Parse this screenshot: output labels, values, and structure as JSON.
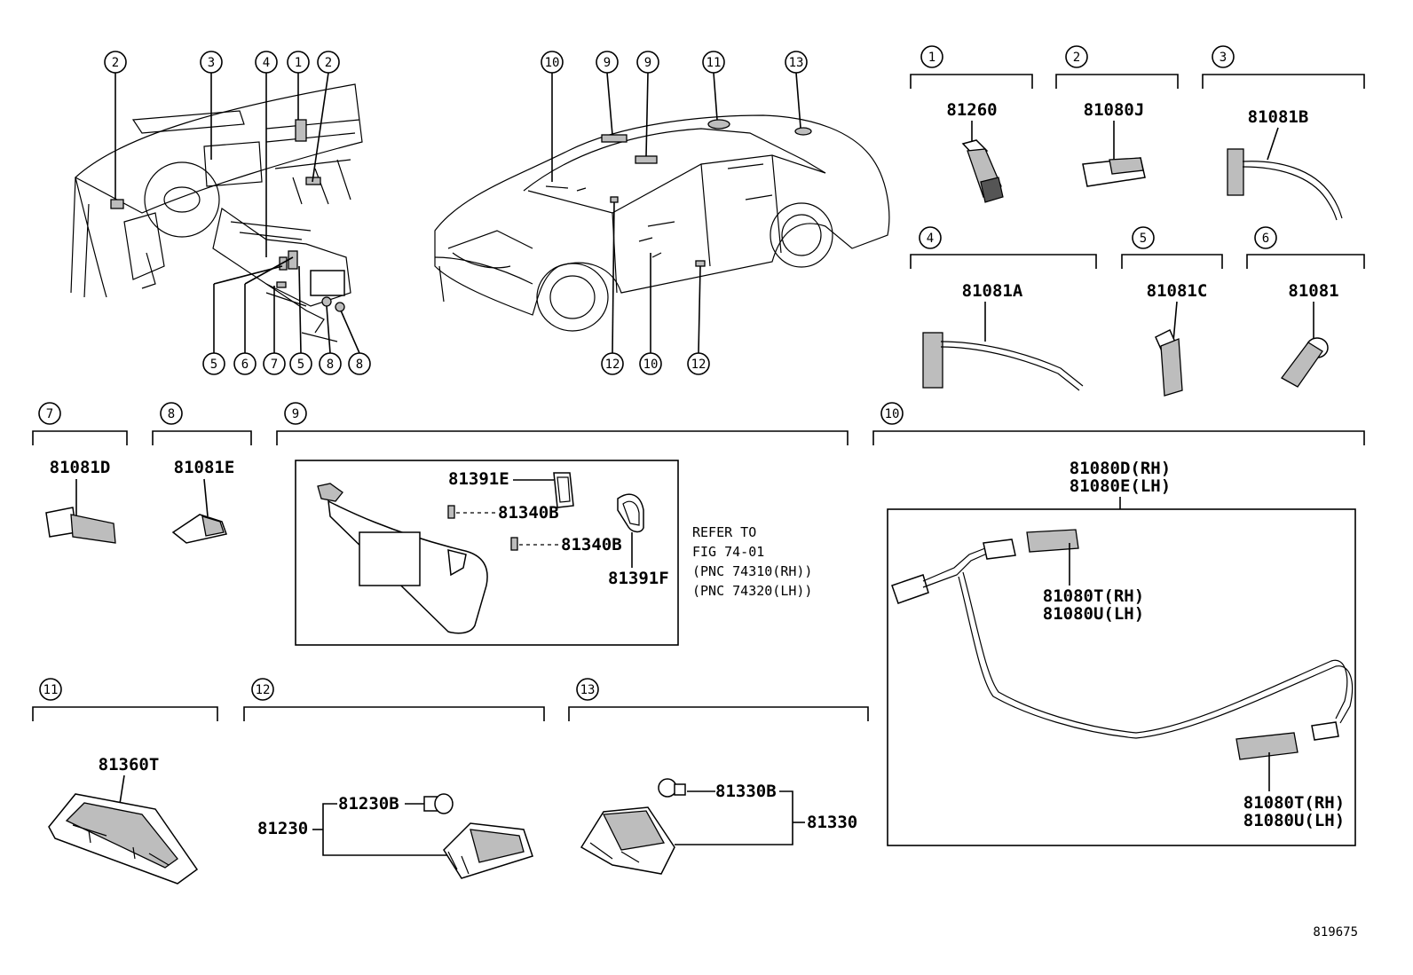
{
  "diagram_ref": "819675",
  "callouts": {
    "dash_top": [
      "2",
      "3",
      "4",
      "1",
      "2"
    ],
    "dash_bottom": [
      "5",
      "6",
      "7",
      "5",
      "8",
      "8"
    ],
    "car_top": [
      "10",
      "9",
      "9",
      "11",
      "13"
    ],
    "car_bottom": [
      "12",
      "10",
      "12"
    ]
  },
  "groups": [
    {
      "no": "1",
      "parts": [
        "81260"
      ]
    },
    {
      "no": "2",
      "parts": [
        "81080J"
      ]
    },
    {
      "no": "3",
      "parts": [
        "81081B"
      ]
    },
    {
      "no": "4",
      "parts": [
        "81081A"
      ]
    },
    {
      "no": "5",
      "parts": [
        "81081C"
      ]
    },
    {
      "no": "6",
      "parts": [
        "81081"
      ]
    },
    {
      "no": "7",
      "parts": [
        "81081D"
      ]
    },
    {
      "no": "8",
      "parts": [
        "81081E"
      ]
    },
    {
      "no": "9",
      "parts": [
        "81391E",
        "81340B",
        "81340B",
        "81391F"
      ]
    },
    {
      "no": "10",
      "parts": [
        "81080D(RH)",
        "81080E(LH)",
        "81080T(RH)",
        "81080U(LH)",
        "81080T(RH)",
        "81080U(LH)"
      ]
    },
    {
      "no": "11",
      "parts": [
        "81360T"
      ]
    },
    {
      "no": "12",
      "parts": [
        "81230B",
        "81230"
      ]
    },
    {
      "no": "13",
      "parts": [
        "81330B",
        "81330"
      ]
    }
  ],
  "refer_note": [
    "REFER TO",
    "FIG 74-01",
    "(PNC 74310(RH))",
    "(PNC 74320(LH))"
  ]
}
